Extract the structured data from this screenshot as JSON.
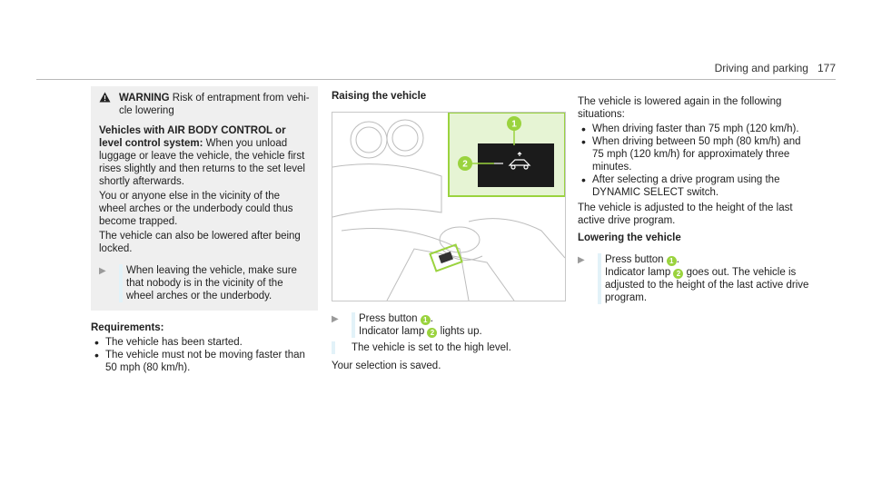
{
  "header": {
    "section": "Driving and parking",
    "page": "177"
  },
  "warning": {
    "label": "WARNING",
    "title_rest": "Risk of entrapment from vehi-",
    "title_cont": "cle lowering",
    "bold_lead": "Vehicles with AIR BODY CONTROL or level control system:",
    "para1": "When you unload luggage or leave the vehicle, the vehicle first rises slightly and then returns to the set level shortly afterwards.",
    "para2": "You or anyone else in the vicinity of the wheel arches or the underbody could thus become trapped.",
    "para3": "The vehicle can also be lowered after being locked.",
    "step": "When leaving the vehicle, make sure that nobody is in the vicinity of the wheel arches or the underbody."
  },
  "requirements": {
    "heading": "Requirements:",
    "items": [
      "The vehicle has been started.",
      "The vehicle must not be moving faster than 50 mph (80 km/h)."
    ]
  },
  "raising": {
    "heading": "Raising the vehicle",
    "step_pre": "Press button",
    "step_mid": "Indicator lamp",
    "step_post": "lights up.",
    "result": "The vehicle is set to the high level.",
    "saved": "Your selection is saved.",
    "badge1": "1",
    "badge2": "2"
  },
  "col3": {
    "intro": "The vehicle is lowered again in the following situations:",
    "items": [
      "When driving faster than 75 mph (120 km/h).",
      "When driving between 50 mph (80 km/h) and 75 mph (120 km/h) for approximately three minutes.",
      "After selecting a drive program using the DYNAMIC SELECT switch."
    ],
    "adjusted": "The vehicle is adjusted to the height of the last active drive program.",
    "heading": "Lowering the vehicle",
    "step_pre": "Press button",
    "step_mid": "Indicator lamp",
    "step_post": "goes out. The vehicle is adjusted to the height of the last active drive program."
  }
}
